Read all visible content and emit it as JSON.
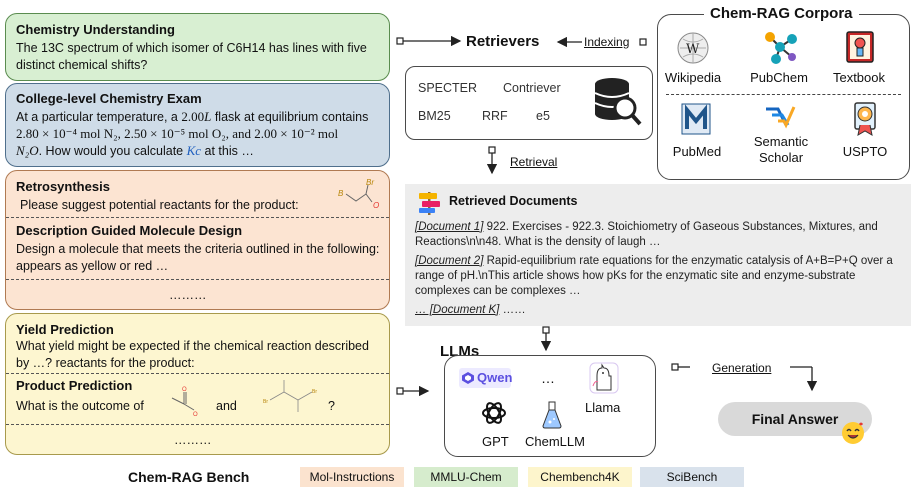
{
  "corpora": {
    "title": "Chem-RAG Corpora",
    "sources": [
      "Wikipedia",
      "PubChem",
      "Textbook",
      "PubMed",
      "Semantic Scholar",
      "USPTO"
    ]
  },
  "retrievers": {
    "title": "Retrievers",
    "indexing_label": "Indexing",
    "retrieval_label": "Retrieval",
    "methods": [
      "SPECTER",
      "Contriever",
      "BM25",
      "RRF",
      "e5"
    ]
  },
  "retrieved": {
    "title": "Retrieved Documents",
    "doc1_ref": "[Document 1]",
    "doc1_text": " 922. Exercises - 922.3. Stoichiometry of Gaseous Substances, Mixtures, and Reactions\\n\\n48. What is the density of laugh …",
    "doc2_ref": "[Document 2]",
    "doc2_text": " Rapid-equilibrium rate equations for the enzymatic catalysis of A+B=P+Q over a range of pH.\\nThis article shows how pKs for the enzymatic site and enzyme-substrate complexes can be complexes …",
    "dock_ref": "… [Document K]",
    "dock_tail": " ……"
  },
  "llms": {
    "title": "LLMs",
    "models": [
      "Qwen",
      "…",
      "Llama",
      "GPT",
      "ChemLLM"
    ],
    "generation_label": "Generation",
    "final_answer": "Final Answer"
  },
  "tasks": {
    "chem_understanding": {
      "title": "Chemistry Understanding",
      "text": "The 13C spectrum of which isomer of C6H14 has lines with five distinct chemical shifts?"
    },
    "college_exam": {
      "title": "College-level Chemistry Exam",
      "line1a": "At a particular temperature, a ",
      "line1b": "2.00",
      "line1c": "L",
      "line1d": " flask at equilibrium contains",
      "line2": "2.80 × 10⁻⁴ mol N₂,  2.50 × 10⁻⁵ mol O₂, and 2.00 × 10⁻² mol",
      "line3a": "N₂O",
      "line3b": ". How would you calculate ",
      "line3c": "Kc",
      "line3d": " at this …"
    },
    "retrosynthesis": {
      "title": "Retrosynthesis",
      "text": "Please suggest potential reactants for the product:"
    },
    "molecule_design": {
      "title": "Description Guided Molecule Design",
      "text": "Design a molecule that meets the criteria outlined in the following: appears as yellow or red …",
      "ellipsis": "………"
    },
    "yield": {
      "title": "Yield Prediction",
      "text": "What yield might be expected if the chemical reaction described by …? reactants for the product:"
    },
    "product": {
      "title": "Product Prediction",
      "text_a": "What is the outcome of",
      "text_b": "and",
      "text_c": "?",
      "ellipsis": "………"
    }
  },
  "bench": {
    "title": "Chem-RAG Bench",
    "legend": [
      {
        "label": "Mol-Instructions",
        "color": "#fbe3cf"
      },
      {
        "label": "MMLU-Chem",
        "color": "#d6eccd"
      },
      {
        "label": "Chembench4K",
        "color": "#fdf5cc"
      },
      {
        "label": "SciBench",
        "color": "#d9e2ec"
      }
    ]
  },
  "colors": {
    "green": "#d8efd2",
    "blue": "#cfdce8",
    "orange": "#fce4d2",
    "yellow": "#fdf6d0",
    "gray": "#ededed",
    "qwen": "#5b4fe0",
    "bromine": "#b8860b",
    "oxygen": "#e53935"
  }
}
